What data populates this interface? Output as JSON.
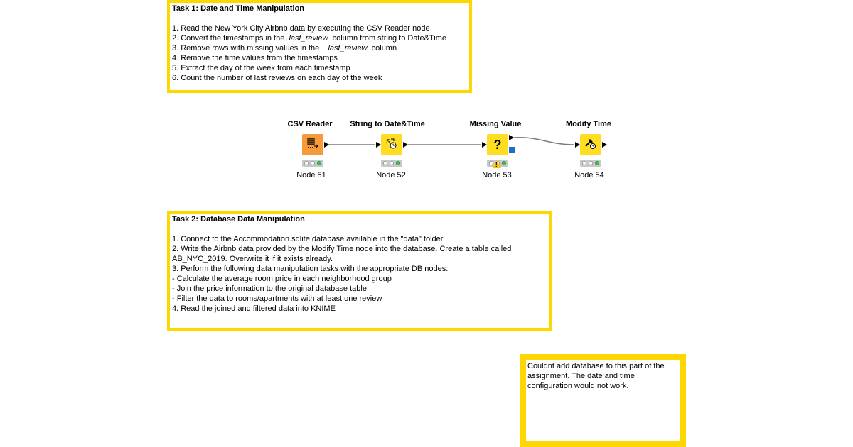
{
  "task1": {
    "title": "Task 1: Date and Time Manipulation",
    "lines": [
      {
        "a": "1. Read the New York City Airbnb data by executing the CSV Reader node",
        "em": "",
        "b": ""
      },
      {
        "a": "2. Convert the timestamps in the  ",
        "em": "last_review",
        "b": "  column from string to Date&Time"
      },
      {
        "a": "3. Remove rows with missing values in the    ",
        "em": "last_review",
        "b": "  column"
      },
      {
        "a": "4. Remove the time values from the timestamps",
        "em": "",
        "b": ""
      },
      {
        "a": "5. Extract the day of the week from each timestamp",
        "em": "",
        "b": ""
      },
      {
        "a": "6. Count the number of last reviews on each day of the week",
        "em": "",
        "b": ""
      }
    ]
  },
  "workflow": {
    "nodes": [
      {
        "title": "CSV Reader",
        "label": "Node 51",
        "icon": "csv-reader-icon",
        "color": "#f79a3a"
      },
      {
        "title": "String to Date&Time",
        "label": "Node 52",
        "icon": "string-to-datetime-icon",
        "color": "#ffdd22"
      },
      {
        "title": "Missing Value",
        "label": "Node 53",
        "icon": "question-mark-icon",
        "icon_text": "?",
        "color": "#ffdd22"
      },
      {
        "title": "Modify Time",
        "label": "Node 54",
        "icon": "modify-time-icon",
        "color": "#ffdd22"
      }
    ]
  },
  "task2": {
    "title": "Task 2: Database Data Manipulation",
    "lines": [
      "1. Connect to the Accommodation.sqlite database available in the \"data\" folder",
      "2. Write the Airbnb data provided by the Modify Time node into the database. Create a table called",
      "AB_NYC_2019. Overwrite it if it exists already.",
      "3. Perform the following data manipulation tasks with the appropriate DB nodes:",
      "- Calculate the average room price in each neighborhood group",
      "- Join the price information to the original database table",
      "- Filter the data to rooms/apartments with at least one review",
      "4. Read the joined and filtered data into KNIME"
    ]
  },
  "note": {
    "text": "Couldnt add database to this part of the assignment.  The date and time configuration would not work."
  },
  "colors": {
    "annotation_border": "#ffd700",
    "node_orange": "#f79a3a",
    "node_yellow": "#ffdd22",
    "status_green": "#3cc24a",
    "flow_port_blue": "#1f6fc5"
  }
}
